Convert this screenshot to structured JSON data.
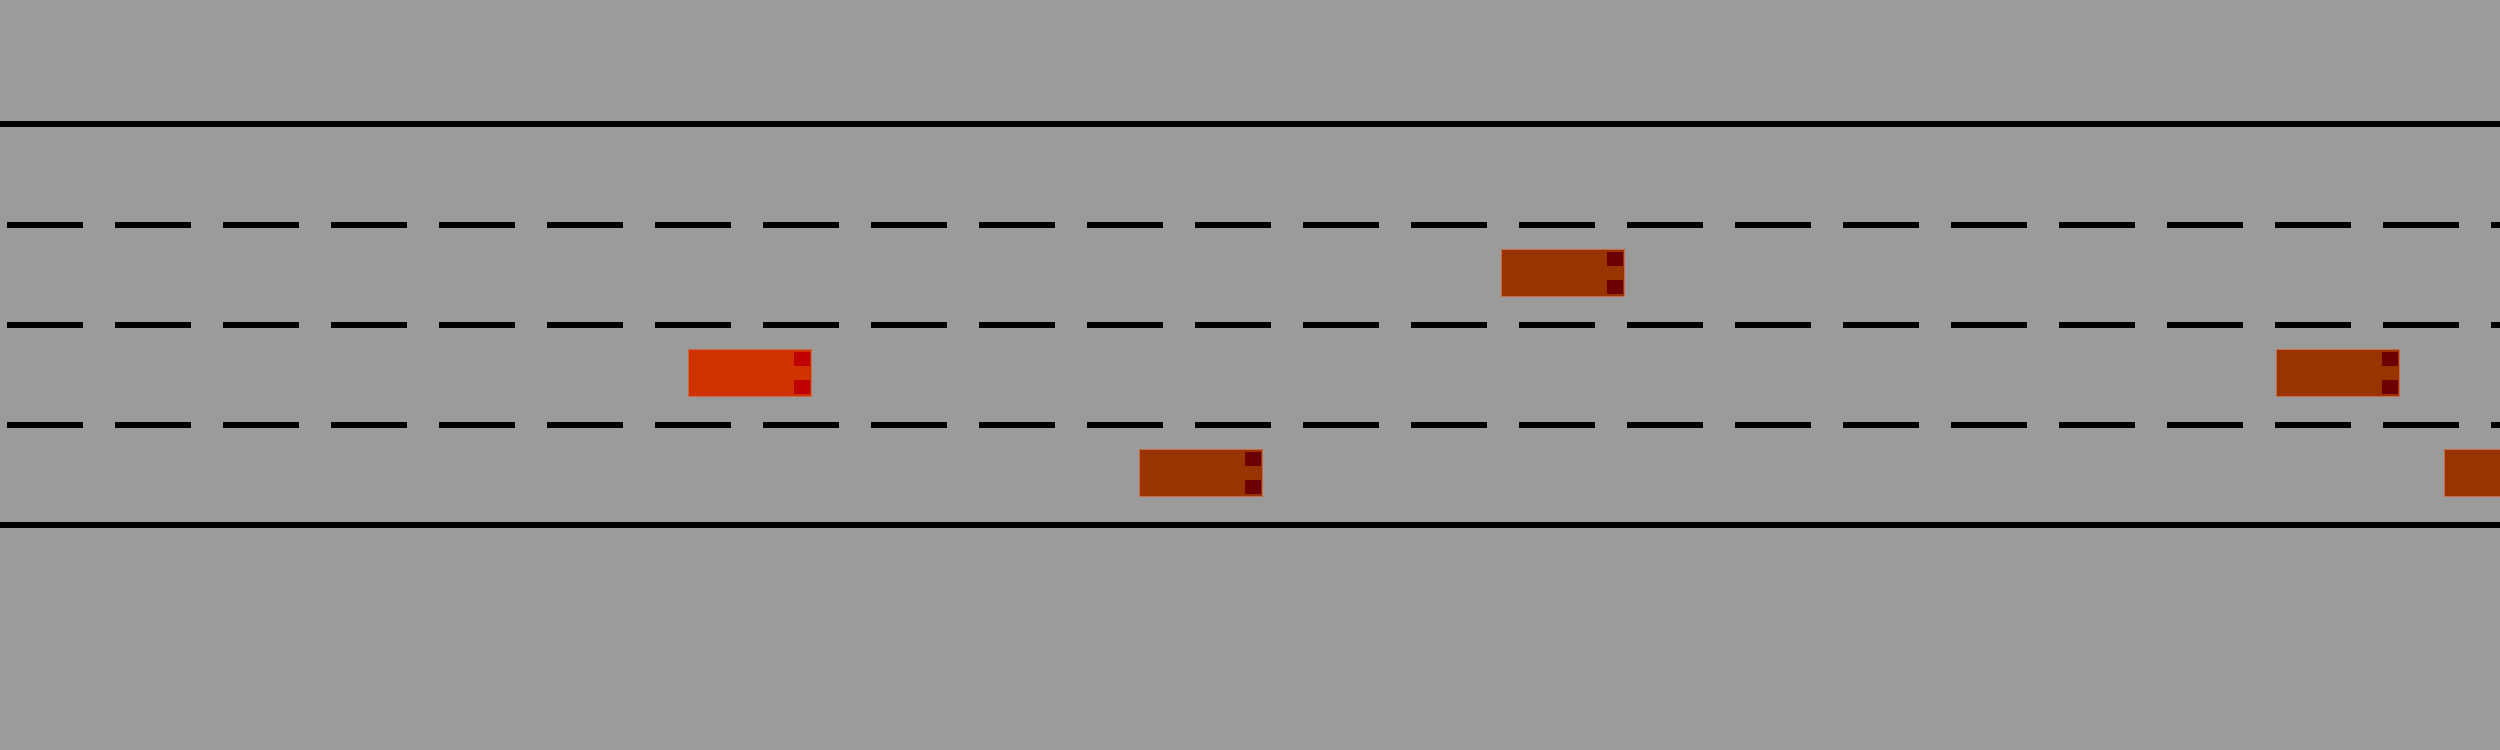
{
  "game": {
    "type": "highway-driving",
    "road": {
      "lanes": 4,
      "surface_color": "#9b9b9b",
      "marking_color": "#000000"
    },
    "ego_vehicle": {
      "lane": 3,
      "body_color": "#d03200",
      "light_color": "#c00000"
    },
    "other_vehicles": [
      {
        "lane": 2,
        "body_color": "#993300",
        "light_color": "#6b0000"
      },
      {
        "lane": 3,
        "body_color": "#993300",
        "light_color": "#6b0000"
      },
      {
        "lane": 4,
        "body_color": "#993300",
        "light_color": "#6b0000"
      },
      {
        "lane": 4,
        "body_color": "#993300",
        "light_color": "#6b0000"
      }
    ]
  }
}
